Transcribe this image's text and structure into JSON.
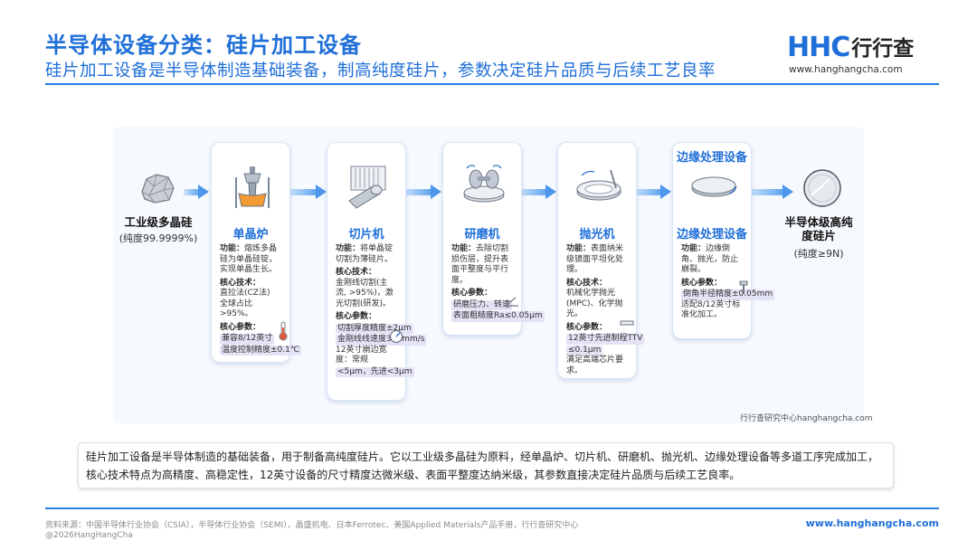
{
  "header": {
    "title": "半导体设备分类：硅片加工设备",
    "subtitle": "硅片加工设备是半导体制造基础装备，制高纯度硅片，参数决定硅片品质与后续工艺良率"
  },
  "logo": {
    "main": "HHC",
    "cn": "行行查",
    "url": "www.hanghangcha.com"
  },
  "flow": {
    "start": {
      "label": "工业级多晶硅",
      "sub": "(纯度99.9999%)"
    },
    "end": {
      "label_line1": "半导体级高纯",
      "label_line2": "度硅片",
      "sub": "(纯度≥9N)"
    },
    "edge_group_label": "边缘处理设备",
    "steps": [
      {
        "name": "单晶炉",
        "function_label": "功能：",
        "function": "熔炼多晶硅为单晶硅锭，实现单晶生长。",
        "tech_label": "核心技术：",
        "tech_line1": "直拉法(CZ法)",
        "tech_line2": "全球占比 >95%。",
        "param_label": "核心参数：",
        "params": [
          "兼容8/12英寸",
          "温度控制精度±0.1℃"
        ]
      },
      {
        "name": "切片机",
        "function_label": "功能：",
        "function": "将单晶锭切割为薄硅片。",
        "tech_label": "核心技术：",
        "tech_line1": "金刚线切割(主流, >95%)，激光切割(研发)。",
        "param_label": "核心参数：",
        "params": [
          "切割厚度精度±2μm",
          "金刚线线速度300mm/s"
        ],
        "extra": "12英寸崩边宽度：常规",
        "extra_hl": "<5μm，先进<3μm"
      },
      {
        "name": "研磨机",
        "function_label": "功能：",
        "function": "去除切割损伤层，提升表面平整度与平行度。",
        "param_label": "核心参数：",
        "params": [
          "研磨压力、转速",
          "表面粗糙度Ra≤0.05μm"
        ]
      },
      {
        "name": "抛光机",
        "function_label": "功能：",
        "function": "表面纳米级镜面平坦化处理。",
        "tech_label": "核心技术：",
        "tech_line1": "机械化学抛光(MPC)、化学抛光。",
        "param_label": "核心参数：",
        "params": [
          "12英寸先进制程TTV",
          "≤0.1μm"
        ],
        "extra": "满足高端芯片要求。"
      },
      {
        "name": "边缘处理设备",
        "function_label": "功能：",
        "function": "边缘倒角、抛光，防止崩裂。",
        "param_label": "核心参数：",
        "params": [
          "倒角半径精度±0.05mm"
        ],
        "extra": "适配8/12英寸标准化加工。"
      }
    ]
  },
  "credit": "行行查研究中心hanghangcha.com",
  "summary": "硅片加工设备是半导体制造的基础装备，用于制备高纯度硅片。它以工业级多晶硅为原料，经单晶炉、切片机、研磨机、抛光机、边缘处理设备等多道工序完成加工，核心技术特点为高精度、高稳定性，12英寸设备的尺寸精度达微米级、表面平整度达纳米级，其参数直接决定硅片品质与后续工艺良率。",
  "footer": {
    "source": "资料来源：中国半导体行业协会（CSIA），半导体行业协会（SEMI），晶盛机电、日本Ferrotec、美国Applied Materials产品手册，行行查研究中心",
    "copyright": "@2026HangHangCha",
    "url": "www.hanghangcha.com"
  },
  "colors": {
    "accent": "#1f6fd8",
    "highlight": "#e4e2f5",
    "arrow": "#4d96ec"
  }
}
